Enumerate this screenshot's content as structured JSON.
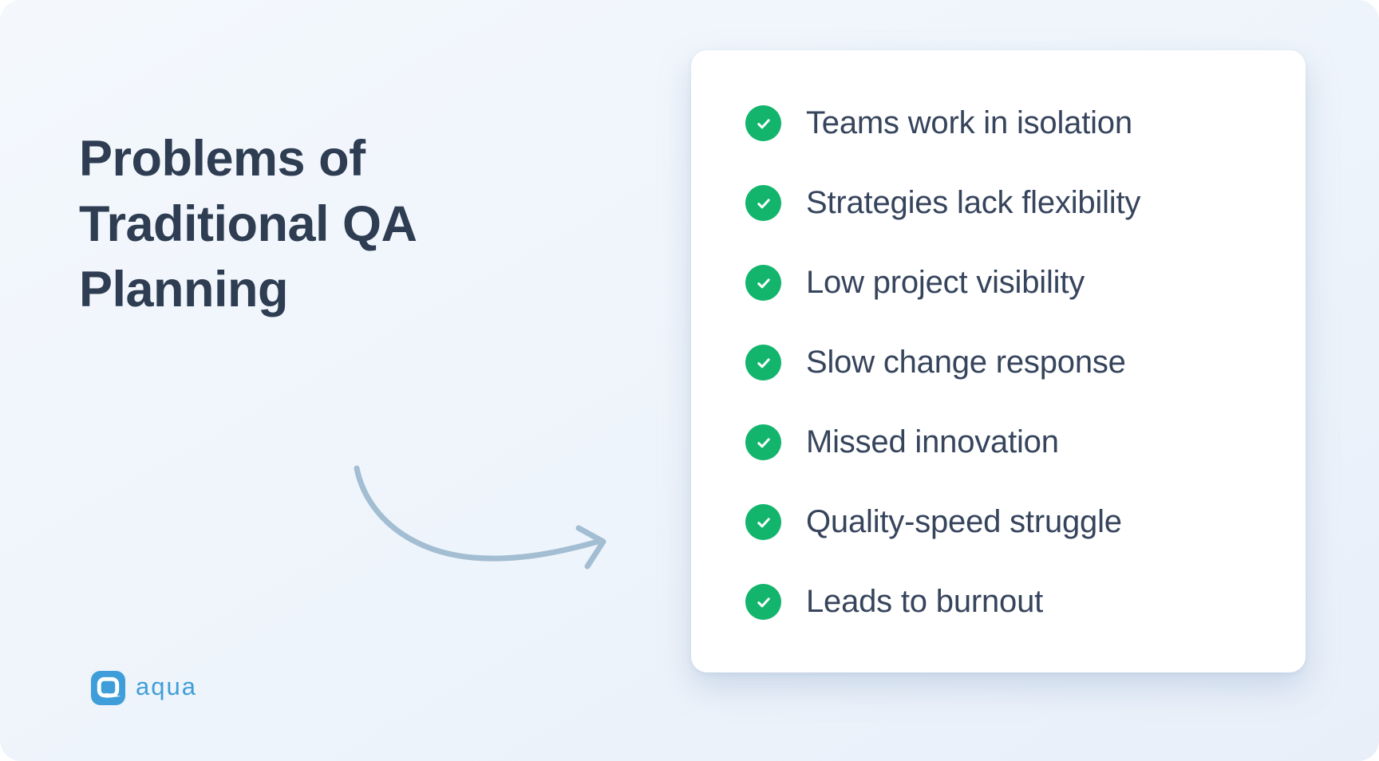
{
  "title": {
    "text": "Problems of Traditional QA Planning"
  },
  "checklist": {
    "items": [
      "Teams work in isolation",
      "Strategies lack flexibility",
      "Low project visibility",
      "Slow change response",
      "Missed innovation",
      "Quality-speed struggle",
      "Leads to burnout"
    ]
  },
  "logo": {
    "text": "aqua"
  },
  "colors": {
    "canvas-top": "#f4f8fd",
    "canvas-bottom": "#e8eff9",
    "card-bg": "#ffffff",
    "title-text": "#2e3d52",
    "item-text": "#36445c",
    "check-green": "#13b56d",
    "check-mark": "#ffffff",
    "arrow": "#a3bdd2",
    "brand-blue": "#3f9ed9"
  }
}
